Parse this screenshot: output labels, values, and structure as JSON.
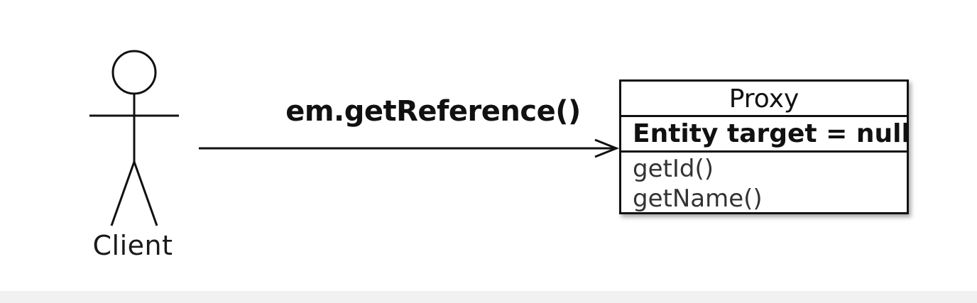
{
  "actor": {
    "label": "Client"
  },
  "message": {
    "label": "em.getReference()"
  },
  "class_box": {
    "name": "Proxy",
    "attribute": "Entity target = null",
    "methods": [
      "getId()",
      "getName()"
    ]
  }
}
